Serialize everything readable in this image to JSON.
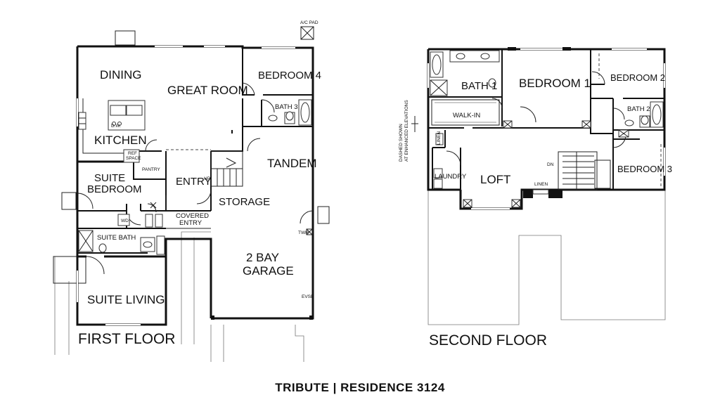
{
  "title": "TRIBUTE | RESIDENCE 3124",
  "first_floor": {
    "name": "FIRST FLOOR",
    "rooms": {
      "dining": "DINING",
      "great_room": "GREAT ROOM",
      "kitchen": "KITCHEN",
      "bedroom4": "BEDROOM 4",
      "bath3": "BATH 3",
      "tandem": "TANDEM",
      "suite_bedroom_line1": "SUITE",
      "suite_bedroom_line2": "BEDROOM",
      "entry": "ENTRY",
      "storage": "STORAGE",
      "covered_entry_line1": "COVERED",
      "covered_entry_line2": "ENTRY",
      "suite_bath": "SUITE BATH",
      "garage_line1": "2 BAY",
      "garage_line2": "GARAGE",
      "suite_living": "SUITE LIVING",
      "pantry": "PANTRY"
    },
    "annotations": {
      "ac_pad": "A/C PAD",
      "dw": "D.W.",
      "ref_space_line1": "REF",
      "ref_space_line2": "SPACE",
      "up": "UP",
      "twh": "TWH",
      "evse": "EVSE",
      "wd": "WD"
    }
  },
  "second_floor": {
    "name": "SECOND FLOOR",
    "rooms": {
      "bath1": "BATH 1",
      "bedroom1": "BEDROOM 1",
      "bedroom2": "BEDROOM 2",
      "bath2": "BATH 2",
      "walk_in": "WALK-IN",
      "loft": "LOFT",
      "laundry": "LAUNDRY",
      "bedroom3": "BEDROOM 3"
    },
    "annotations": {
      "dn": "DN",
      "linen_hall": "LINEN",
      "linen_side": "LINEN",
      "dashed_note_line1": "DASHED SHOWN",
      "dashed_note_line2": "AT ENHANCED ELEVATIONS"
    }
  }
}
